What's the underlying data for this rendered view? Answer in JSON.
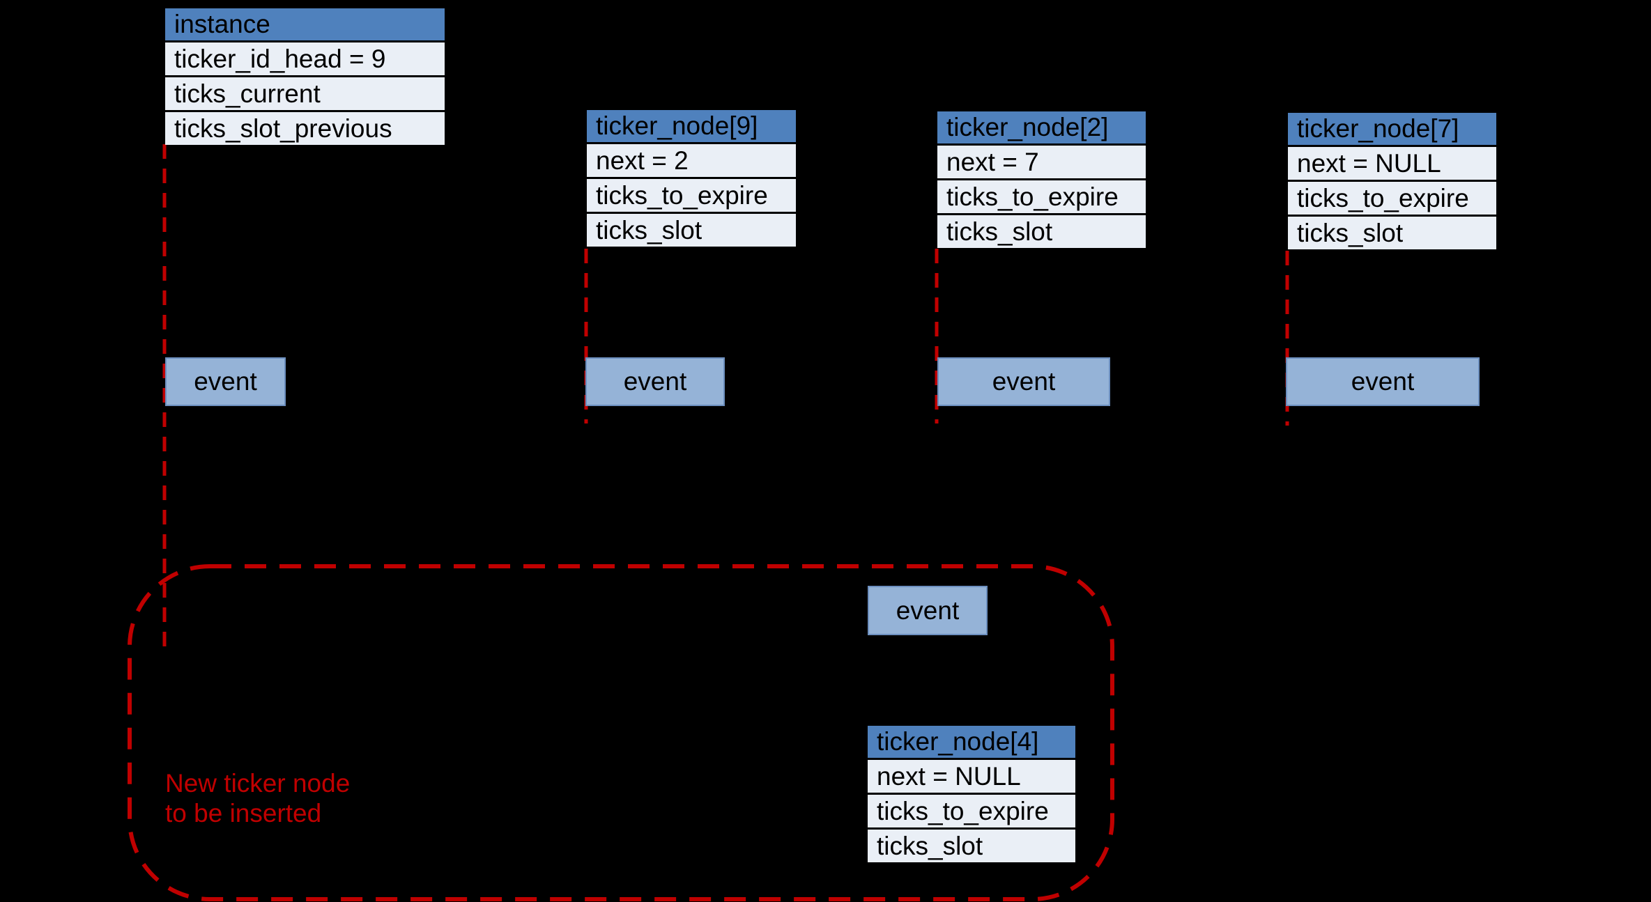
{
  "colors": {
    "header_blue": "#4F81BD",
    "row_fill": "#EAEFF6",
    "event_fill": "#95B3D7",
    "event_border": "#6C8FBF",
    "dash_red": "#C00000"
  },
  "tables": {
    "instance": {
      "header": "instance",
      "rows": [
        "ticker_id_head = 9",
        "ticks_current",
        "ticks_slot_previous"
      ]
    },
    "node9": {
      "header": "ticker_node[9]",
      "rows": [
        "next = 2",
        "ticks_to_expire",
        "ticks_slot"
      ]
    },
    "node2": {
      "header": "ticker_node[2]",
      "rows": [
        "next = 7",
        "ticks_to_expire",
        "ticks_slot"
      ]
    },
    "node7": {
      "header": "ticker_node[7]",
      "rows": [
        "next = NULL",
        "ticks_to_expire",
        "ticks_slot"
      ]
    },
    "node4": {
      "header": "ticker_node[4]",
      "rows": [
        "next = NULL",
        "ticks_to_expire",
        "ticks_slot"
      ]
    }
  },
  "events": {
    "label": "event"
  },
  "annotation": {
    "line1": "New ticker node",
    "line2": "to be inserted"
  }
}
